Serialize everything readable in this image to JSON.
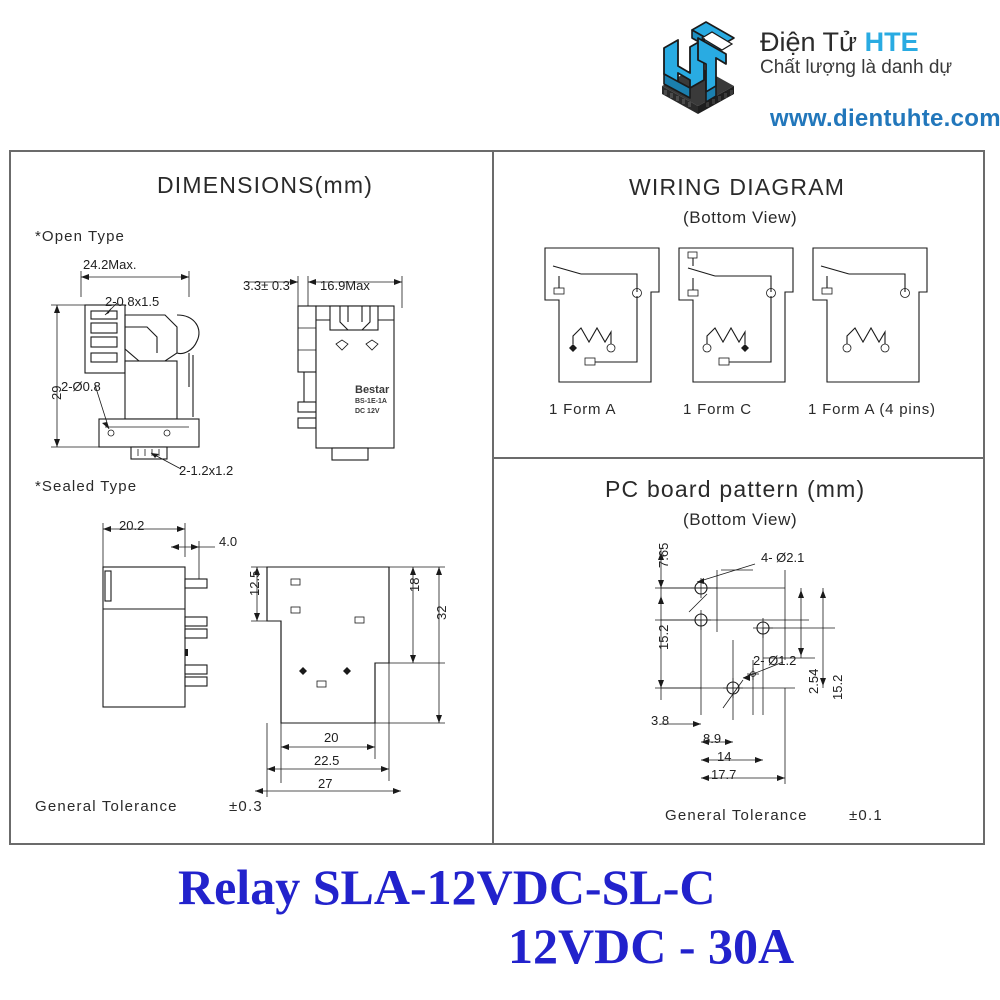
{
  "logo": {
    "mark_name": "hte-isometric-logo",
    "brand_prefix": "Điện Tử ",
    "brand_accent": "HTE",
    "tagline": "Chất lượng là danh dự",
    "url": "www.dientuhte.com",
    "colors": {
      "accent_cyan": "#29abe2",
      "url_blue": "#2277bb",
      "text_dark": "#2b2b2b"
    }
  },
  "panels": {
    "dimensions": {
      "title": "DIMENSIONS(mm)",
      "open_type_label": "*Open Type",
      "sealed_type_label": "*Sealed Type",
      "tolerance_label": "General Tolerance",
      "tolerance_value": "±0.3",
      "open_dims": {
        "width_top": "24.2Max.",
        "terminal_a": "2-0.8x1.5",
        "height_left": "29",
        "hole_dia": "2-Ø0.8",
        "terminal_b": "2-1.2x1.2",
        "side_gap": "3.3± 0.3",
        "side_width": "16.9Max"
      },
      "case_print": {
        "brand": "Bestar",
        "model": "BS-1E-1A",
        "rating": "DC 12V"
      },
      "sealed_dims": {
        "width": "20.2",
        "pin_offset": "4.0",
        "top_step": "12.5",
        "inner_height": "18",
        "total_height": "32",
        "inner_width": "20",
        "mid_width": "22.5",
        "outer_width": "27"
      }
    },
    "wiring": {
      "title": "WIRING   DIAGRAM",
      "subtitle": "(Bottom  View)",
      "diagrams": [
        {
          "label": "1  Form  A",
          "contacts": "SPST-NO",
          "pins": 5
        },
        {
          "label": "1  Form  C",
          "contacts": "SPDT",
          "pins": 5
        },
        {
          "label": "1 Form A (4 pins)",
          "contacts": "SPST-NO",
          "pins": 4
        }
      ]
    },
    "pcb": {
      "title": "PC board  pattern  (mm)",
      "subtitle": "(Bottom  View)",
      "tolerance_label": "General Tolerance",
      "tolerance_value": "±0.1",
      "dims": {
        "top_offset": "7.65",
        "big_holes": "4- Ø2.1",
        "left_span": "15.2",
        "small_holes": "2- Ø1.2",
        "pitch": "2.54",
        "right_span": "15.2",
        "x_3_8": "3.8",
        "x_8_9": "8.9",
        "x_14": "14",
        "x_17_7": "17.7"
      }
    }
  },
  "bottom_title": {
    "line1": "Relay SLA-12VDC-SL-C",
    "line2": "12VDC - 30A",
    "color": "#2222cc"
  }
}
